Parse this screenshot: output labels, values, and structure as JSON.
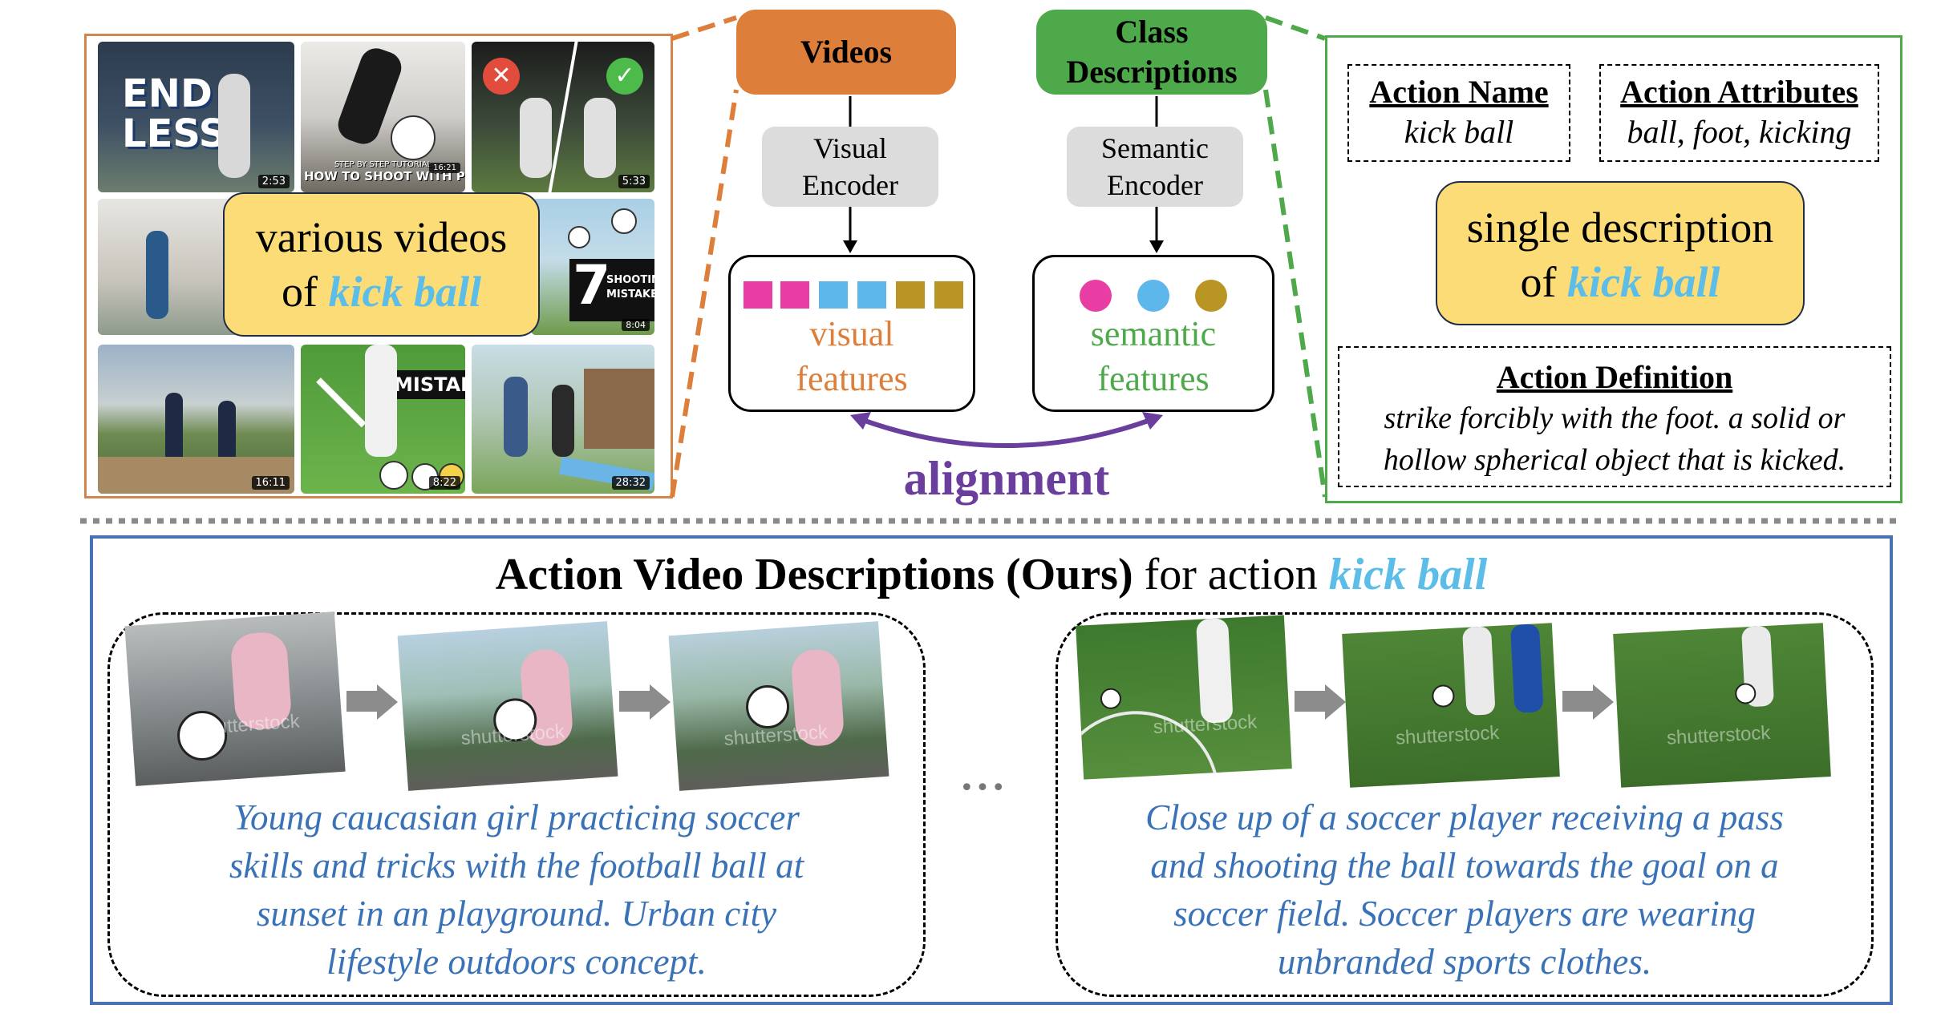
{
  "left_panel": {
    "overlay_line1": "various videos",
    "overlay_line2_prefix": "of",
    "overlay_line2_action": "kick ball",
    "thumbnails": [
      {
        "title_line1": "END",
        "title_line2": "LESS",
        "duration": "2:53"
      },
      {
        "caption_line1": "STEP BY STEP TUTORIAL",
        "caption_line2": "HOW TO SHOOT WITH POWER",
        "duration": "16:21"
      },
      {
        "duration": "5:33"
      },
      {
        "duration": ""
      },
      {
        "badge_number": "7",
        "badge_line1": "SHOOTING",
        "badge_line2": "MISTAKES",
        "duration": "8:04"
      },
      {
        "duration": "16:11"
      },
      {
        "label": "MISTAKES",
        "duration": "8:22"
      },
      {
        "duration": "28:32"
      }
    ]
  },
  "middle": {
    "videos_label": "Videos",
    "class_desc_line1": "Class",
    "class_desc_line2": "Descriptions",
    "visual_encoder_line1": "Visual",
    "visual_encoder_line2": "Encoder",
    "semantic_encoder_line1": "Semantic",
    "semantic_encoder_line2": "Encoder",
    "visual_features_line1": "visual",
    "visual_features_line2": "features",
    "semantic_features_line1": "semantic",
    "semantic_features_line2": "features",
    "alignment": "alignment"
  },
  "right_panel": {
    "action_name_title": "Action Name",
    "action_name_value": "kick ball",
    "action_attributes_title": "Action Attributes",
    "action_attributes_value": "ball, foot, kicking",
    "single_line1": "single description",
    "single_line2_prefix": "of",
    "single_line2_action": "kick ball",
    "action_definition_title": "Action Definition",
    "action_definition_line1": "strike forcibly with the foot. a solid or",
    "action_definition_line2": "hollow spherical object that is kicked."
  },
  "bottom": {
    "title_bold": "Action Video Descriptions (Ours)",
    "title_plain": "for action",
    "title_action": "kick ball",
    "ellipsis": "•••",
    "watermark": "shutterstock",
    "left_desc": [
      "Young caucasian girl practicing soccer",
      "skills and tricks with the football ball at",
      "sunset in an playground. Urban city",
      "lifestyle outdoors concept."
    ],
    "right_desc": [
      "Close up of a soccer player receiving a pass",
      "and shooting the ball towards the goal on a",
      "soccer field. Soccer players are wearing",
      "unbranded sports clothes."
    ]
  },
  "colors": {
    "orange": "#dd7f3a",
    "green": "#4ea94a",
    "yellow": "#fbdc76",
    "light_blue": "#5bbde8",
    "purple": "#6a3e9c",
    "blue_border": "#4872b6",
    "desc_blue": "#3a72b8",
    "magenta": "#e83ea4",
    "sky": "#5db7ea",
    "olive": "#b99523"
  }
}
